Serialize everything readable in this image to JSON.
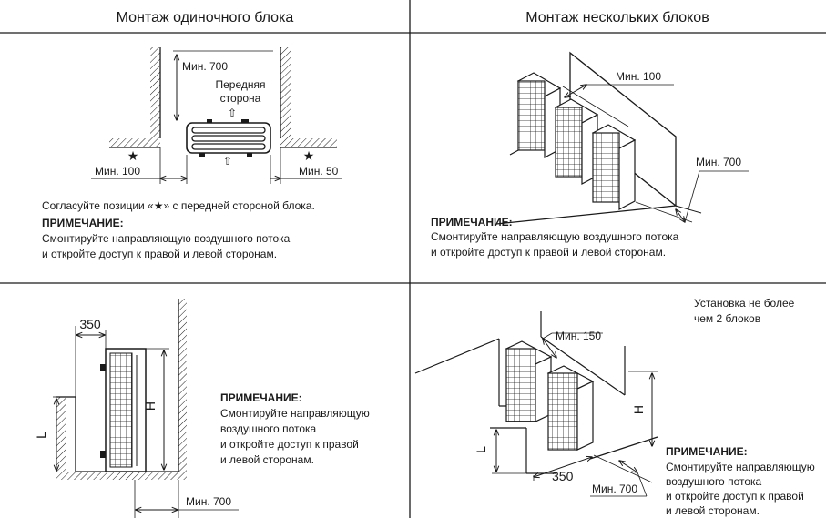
{
  "headers": {
    "single": "Монтаж одиночного блока",
    "multiple": "Монтаж нескольких блоков"
  },
  "top_left": {
    "min_700": "Мин. 700",
    "front_line1": "Передняя",
    "front_line2": "сторона",
    "min_100": "Мин. 100",
    "min_50": "Мин. 50",
    "star_note": "Согласуйте позиции «★» с передней стороной блока.",
    "note_title": "ПРИМЕЧАНИЕ:",
    "note_line1": "Смонтируйте направляющую воздушного потока",
    "note_line2": "и откройте доступ к правой и левой сторонам."
  },
  "top_right": {
    "min_100": "Мин. 100",
    "min_700": "Мин. 700",
    "note_title": "ПРИМЕЧАНИЕ:",
    "note_line1": "Смонтируйте направляющую воздушного потока",
    "note_line2": "и откройте доступ к правой и левой сторонам."
  },
  "bottom_left": {
    "dim_350": "350",
    "dim_h": "H",
    "dim_l": "L",
    "min_700": "Мин. 700",
    "note_title": "ПРИМЕЧАНИЕ:",
    "note_line1": "Смонтируйте направляющую",
    "note_line2": "воздушного потока",
    "note_line3": "и откройте доступ к правой",
    "note_line4": "и левой сторонам."
  },
  "bottom_right": {
    "limit_line1": "Установка не более",
    "limit_line2": "чем 2 блоков",
    "min_150": "Мин. 150",
    "dim_h": "H",
    "dim_l": "L",
    "dim_350": "350",
    "min_700": "Мин. 700",
    "note_title": "ПРИМЕЧАНИЕ:",
    "note_line1": "Смонтируйте направляющую",
    "note_line2": "воздушного потока",
    "note_line3": "и откройте доступ к правой",
    "note_line4": "и левой сторонам."
  }
}
